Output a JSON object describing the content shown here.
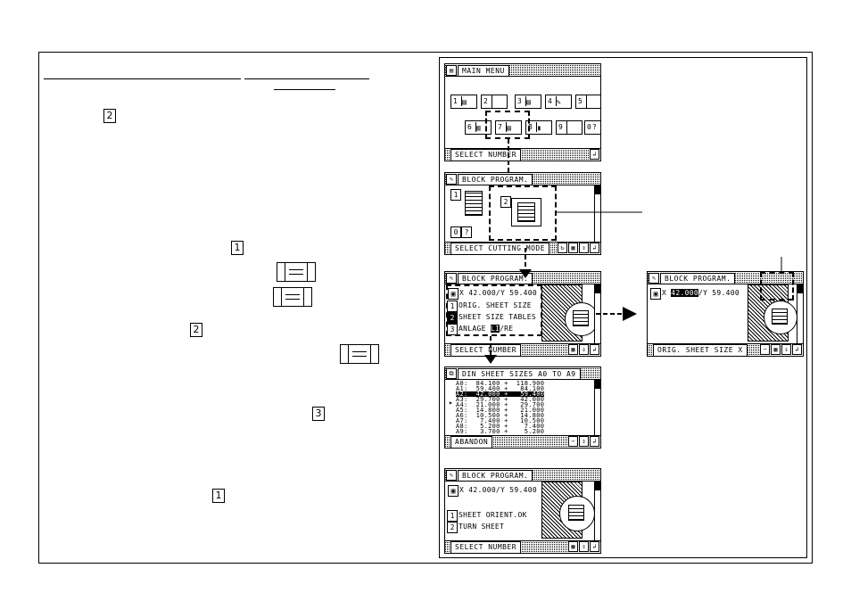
{
  "keys": {
    "k2a": "2",
    "k1a": "1",
    "k2b": "2",
    "k3": "3",
    "k1b": "1"
  },
  "screen_main": {
    "title": "MAIN MENU",
    "status": "SELECT NUMBER",
    "items": [
      "1",
      "2",
      "3",
      "4",
      "5",
      "6",
      "7",
      "8",
      "9",
      "0"
    ]
  },
  "screen_block1": {
    "title": "BLOCK PROGRAM.",
    "status": "SELECT CUTTING MODE",
    "opt1": "1",
    "opt2": "2",
    "opt0": "0"
  },
  "screen_block2": {
    "title": "BLOCK PROGRAM.",
    "coords": "X 42.000/Y 59.400",
    "menu": [
      {
        "n": "1",
        "label": "ORIG. SHEET SIZE"
      },
      {
        "n": "2",
        "label": "SHEET SIZE TABLES"
      },
      {
        "n": "3",
        "label": "ANLAGE ",
        "hl": "LI",
        "tail": "/RE"
      }
    ],
    "status": "SELECT NUMBER"
  },
  "screen_block_right": {
    "title": "BLOCK PROGRAM.",
    "coord_hl": "42.000",
    "coords_rest": "/Y 59.400",
    "coord_x": "X",
    "status": "ORIG. SHEET SIZE X"
  },
  "screen_din": {
    "title": "DIN SHEET SIZES A0 TO A9",
    "rows": [
      "A0:  84.100 +  118.900",
      "A1:  59.400 +   84.100",
      "A2:  42.000 +   59.400",
      "A3:  29.700 +   42.000",
      "A4:  21.000 +   29.700",
      "A5:  14.800 +   21.000",
      "A6:  10.500 +   14.800",
      "A7:   7.400 +   10.500",
      "A8:   5.200 +    7.400",
      "A9:   3.700 +    5.200"
    ],
    "status": "ABANDON"
  },
  "screen_block3": {
    "title": "BLOCK PROGRAM.",
    "coords": "X 42.000/Y 59.400",
    "menu": [
      {
        "n": "1",
        "label": "SHEET ORIENT.OK"
      },
      {
        "n": "2",
        "label": "TURN SHEET"
      }
    ],
    "status": "SELECT NUMBER"
  }
}
